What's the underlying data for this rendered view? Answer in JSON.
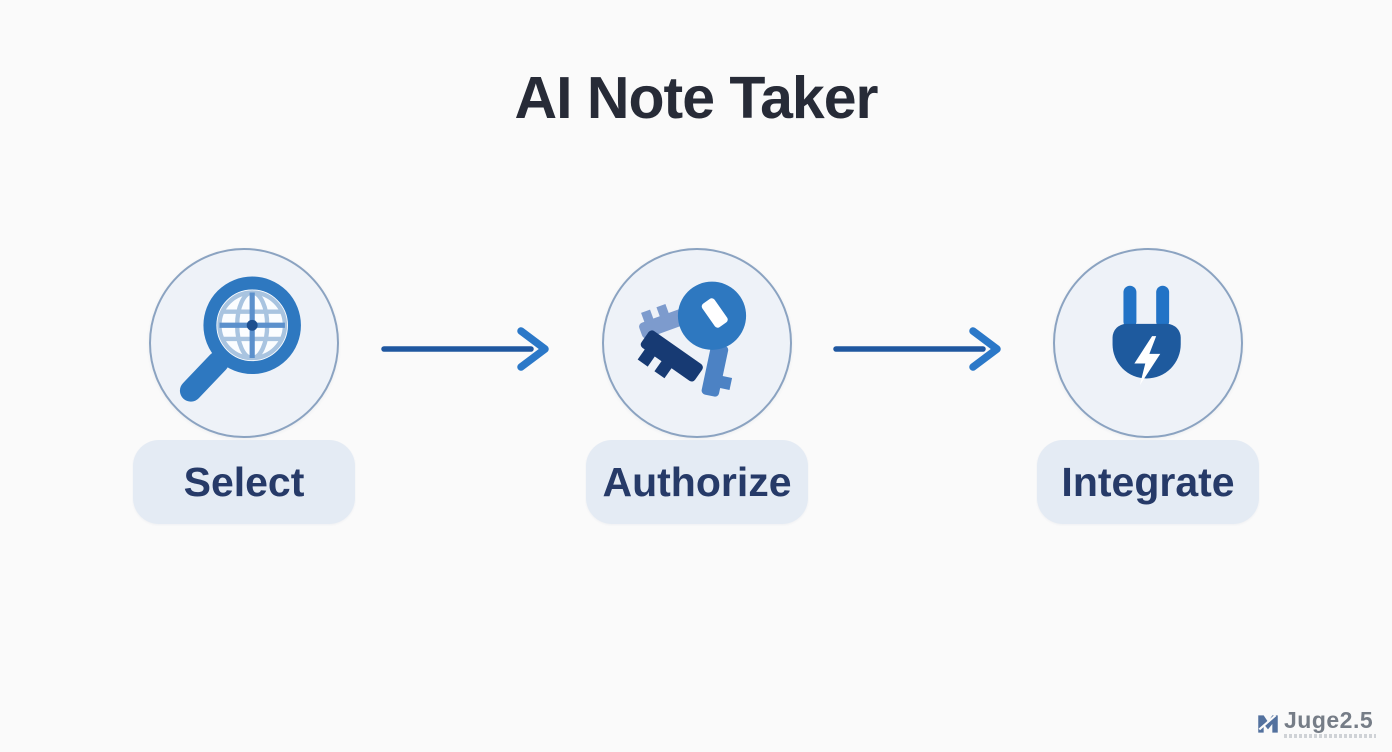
{
  "title": "AI Note Taker",
  "steps": [
    {
      "label": "Select",
      "icon": "globe-magnifier-icon"
    },
    {
      "label": "Authorize",
      "icon": "keys-icon"
    },
    {
      "label": "Integrate",
      "icon": "power-plug-icon"
    }
  ],
  "arrows": {
    "count": 2,
    "direction": "right"
  },
  "watermark": {
    "text": "Juge2.5",
    "logo": "m-logo-icon"
  },
  "colors": {
    "background": "#fafafa",
    "title_text": "#272b37",
    "label_text": "#263a68",
    "label_bg": "#e4ebf4",
    "circle_bg": "#eef2f8",
    "circle_border": "#8ba3c1",
    "arrow_shaft": "#1f57a0",
    "arrow_head": "#2b78c8",
    "icon_blue": "#2e78c0",
    "icon_dark_blue": "#173a73",
    "icon_mid_blue": "#5b90cc",
    "icon_light_blue": "#a9c4e0",
    "icon_steel_blue": "#7d9bcd",
    "icon_key_shaft": "#4c82c4",
    "icon_globe_dot": "#1d4f8f",
    "plug_body": "#1e5a9e",
    "plug_prong": "#2273c6",
    "watermark_text": "#767d87",
    "watermark_logo": "#53719e"
  }
}
